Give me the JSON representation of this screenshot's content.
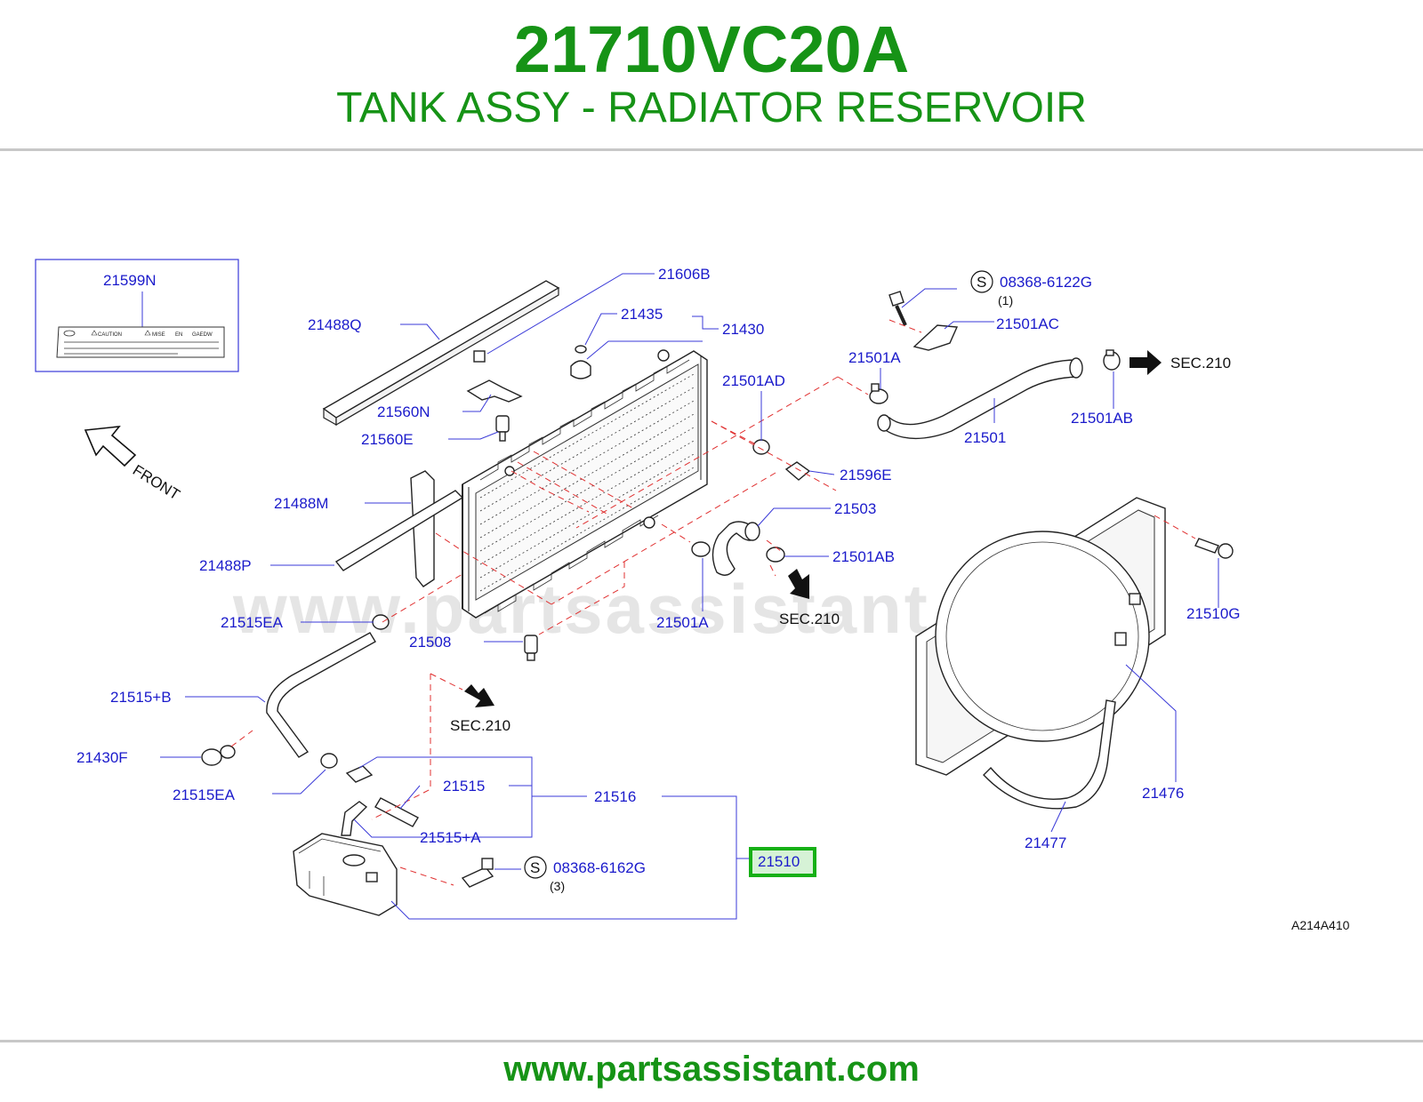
{
  "header": {
    "part_number": "21710VC20A",
    "description": "TANK ASSY - RADIATOR RESERVOIR"
  },
  "footer": {
    "website": "www.partsassistant.com"
  },
  "diagram": {
    "watermark": "www.partsassistant.com",
    "figure_code": "A214A410",
    "front_label": "FRONT",
    "inset": {
      "label": "21599N",
      "caution_texts": [
        "CAUTION",
        "MISE",
        "EN",
        "GAEDW"
      ]
    },
    "highlighted_part": "21510",
    "highlight_color": "#16b016",
    "callouts": {
      "c21606B": "21606B",
      "c21488Q": "21488Q",
      "c21435": "21435",
      "c21430": "21430",
      "c21560N": "21560N",
      "c21560E": "21560E",
      "c21488M": "21488M",
      "c21488P": "21488P",
      "c21515EA_top": "21515EA",
      "c21508": "21508",
      "c21515B": "21515+B",
      "c21430F": "21430F",
      "c21515EA_bottom": "21515EA",
      "c21515": "21515",
      "c21516": "21516",
      "c21515A": "21515+A",
      "c21510": "21510",
      "c08368_6162G": "08368-6162G",
      "c08368_6162G_qty": "(3)",
      "c08368_6122G": "08368-6122G",
      "c08368_6122G_qty": "(1)",
      "c21501AC": "21501AC",
      "c21501A_top": "21501A",
      "c21501": "21501",
      "c21501AB_top": "21501AB",
      "c21501AD": "21501AD",
      "c21596E": "21596E",
      "c21503": "21503",
      "c21501AB_mid": "21501AB",
      "c21501A_mid": "21501A",
      "c21510G": "21510G",
      "c21476": "21476",
      "c21477": "21477"
    },
    "sec_refs": {
      "upper_right": "SEC.210",
      "middle": "SEC.210",
      "lower_left": "SEC.210"
    },
    "s_symbol": "S"
  }
}
